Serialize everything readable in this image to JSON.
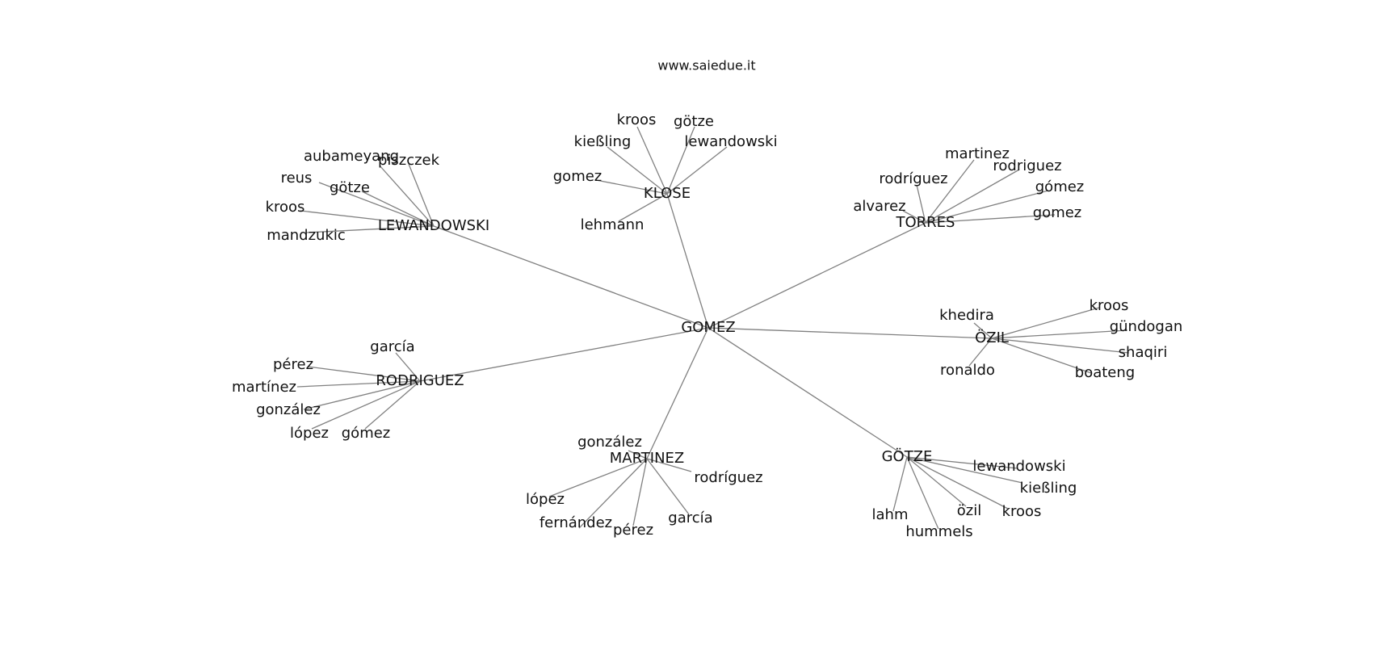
{
  "watermark": "www.saiedue.it",
  "colors": {
    "edge": "#808080",
    "text": "#111111",
    "background": "#ffffff"
  },
  "graph": {
    "center": "GOMEZ",
    "hubs": [
      {
        "label": "LEWANDOWSKI",
        "leaves": [
          "aubameyang",
          "piszczek",
          "reus",
          "götze",
          "kroos",
          "mandzukic"
        ]
      },
      {
        "label": "KLOSE",
        "leaves": [
          "kroos",
          "götze",
          "kießling",
          "lewandowski",
          "gomez",
          "lehmann"
        ]
      },
      {
        "label": "TORRES",
        "leaves": [
          "martinez",
          "rodriguez",
          "rodríguez",
          "gómez",
          "alvarez",
          "gomez"
        ]
      },
      {
        "label": "ÖZIL",
        "leaves": [
          "khedira",
          "kroos",
          "gündogan",
          "shaqiri",
          "ronaldo",
          "boateng"
        ]
      },
      {
        "label": "GÖTZE",
        "leaves": [
          "lewandowski",
          "kießling",
          "özil",
          "kroos",
          "lahm",
          "hummels"
        ]
      },
      {
        "label": "MARTINEZ",
        "leaves": [
          "gonzález",
          "rodríguez",
          "lópez",
          "fernández",
          "pérez",
          "garcía"
        ]
      },
      {
        "label": "RODRIGUEZ",
        "leaves": [
          "garcía",
          "pérez",
          "martínez",
          "gonzález",
          "lópez",
          "gómez"
        ]
      }
    ]
  }
}
